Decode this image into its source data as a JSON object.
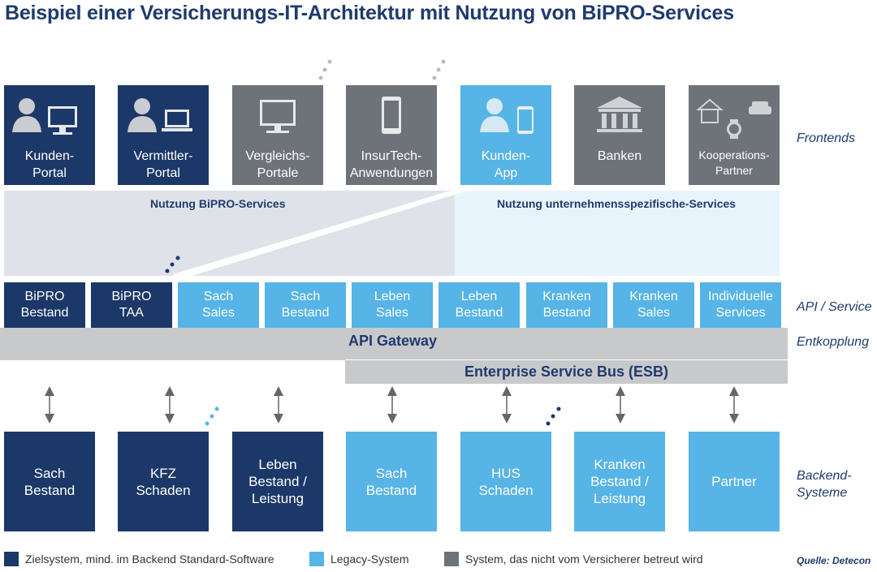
{
  "title": "Beispiel einer Versicherungs-IT-Architektur mit Nutzung von BiPRO-Services",
  "frontends": [
    {
      "lines": [
        "Kunden-",
        "Portal"
      ],
      "kind": "dark",
      "icon": "customer-with-monitor-icon"
    },
    {
      "lines": [
        "Vermittler-",
        "Portal"
      ],
      "kind": "dark",
      "icon": "agent-with-laptop-icon"
    },
    {
      "lines": [
        "Vergleichs-",
        "Portale"
      ],
      "kind": "grey",
      "icon": "monitor-icon"
    },
    {
      "lines": [
        "InsurTech-",
        "Anwendungen"
      ],
      "kind": "grey",
      "icon": "smartphone-icon"
    },
    {
      "lines": [
        "Kunden-",
        "App"
      ],
      "kind": "light",
      "icon": "customer-with-phone-icon"
    },
    {
      "lines": [
        "Banken"
      ],
      "kind": "grey",
      "icon": "bank-building-icon"
    },
    {
      "lines": [
        "Kooperations-",
        "Partner"
      ],
      "kind": "grey",
      "icon": "house-car-watch-icon"
    }
  ],
  "usage": {
    "bipro": "Nutzung BiPRO-Services",
    "company": "Nutzung unternehmensspezifische-Services"
  },
  "services": [
    {
      "lines": [
        "BiPRO",
        "Bestand"
      ],
      "kind": "dark"
    },
    {
      "lines": [
        "BiPRO",
        "TAA"
      ],
      "kind": "dark"
    },
    {
      "lines": [
        "Sach",
        "Sales"
      ],
      "kind": "light"
    },
    {
      "lines": [
        "Sach",
        "Bestand"
      ],
      "kind": "light"
    },
    {
      "lines": [
        "Leben",
        "Sales"
      ],
      "kind": "light"
    },
    {
      "lines": [
        "Leben",
        "Bestand"
      ],
      "kind": "light"
    },
    {
      "lines": [
        "Kranken",
        "Bestand"
      ],
      "kind": "light"
    },
    {
      "lines": [
        "Kranken",
        "Sales"
      ],
      "kind": "light"
    },
    {
      "lines": [
        "Individuelle",
        "Services"
      ],
      "kind": "light"
    }
  ],
  "gateway": "API Gateway",
  "esb": "Enterprise Service Bus (ESB)",
  "side_labels": {
    "frontends": [
      "Frontends"
    ],
    "api": [
      "API / Service"
    ],
    "decoupling": [
      "Entkopplung"
    ],
    "backend": [
      "Backend-",
      "Systeme"
    ]
  },
  "backends": [
    {
      "lines": [
        "Sach",
        "Bestand"
      ],
      "kind": "dark"
    },
    {
      "lines": [
        "KFZ",
        "Schaden"
      ],
      "kind": "dark"
    },
    {
      "lines": [
        "Leben",
        "Bestand /",
        "Leistung"
      ],
      "kind": "dark"
    },
    {
      "lines": [
        "Sach",
        "Bestand"
      ],
      "kind": "light"
    },
    {
      "lines": [
        "HUS",
        "Schaden"
      ],
      "kind": "light"
    },
    {
      "lines": [
        "Kranken",
        "Bestand /",
        "Leistung"
      ],
      "kind": "light"
    },
    {
      "lines": [
        "Partner"
      ],
      "kind": "light"
    }
  ],
  "legend": [
    {
      "color": "#1c3868",
      "text": "Zielsystem, mind. im Backend Standard-Software"
    },
    {
      "color": "#56b4e6",
      "text": "Legacy-System"
    },
    {
      "color": "#6d7379",
      "text": "System, das nicht vom Versicherer betreut wird"
    }
  ],
  "source": "Quelle: Detecon",
  "colors": {
    "dark": "#1c3868",
    "light": "#56b4e6",
    "grey": "#6d7379",
    "title": "#1f3b6e"
  }
}
